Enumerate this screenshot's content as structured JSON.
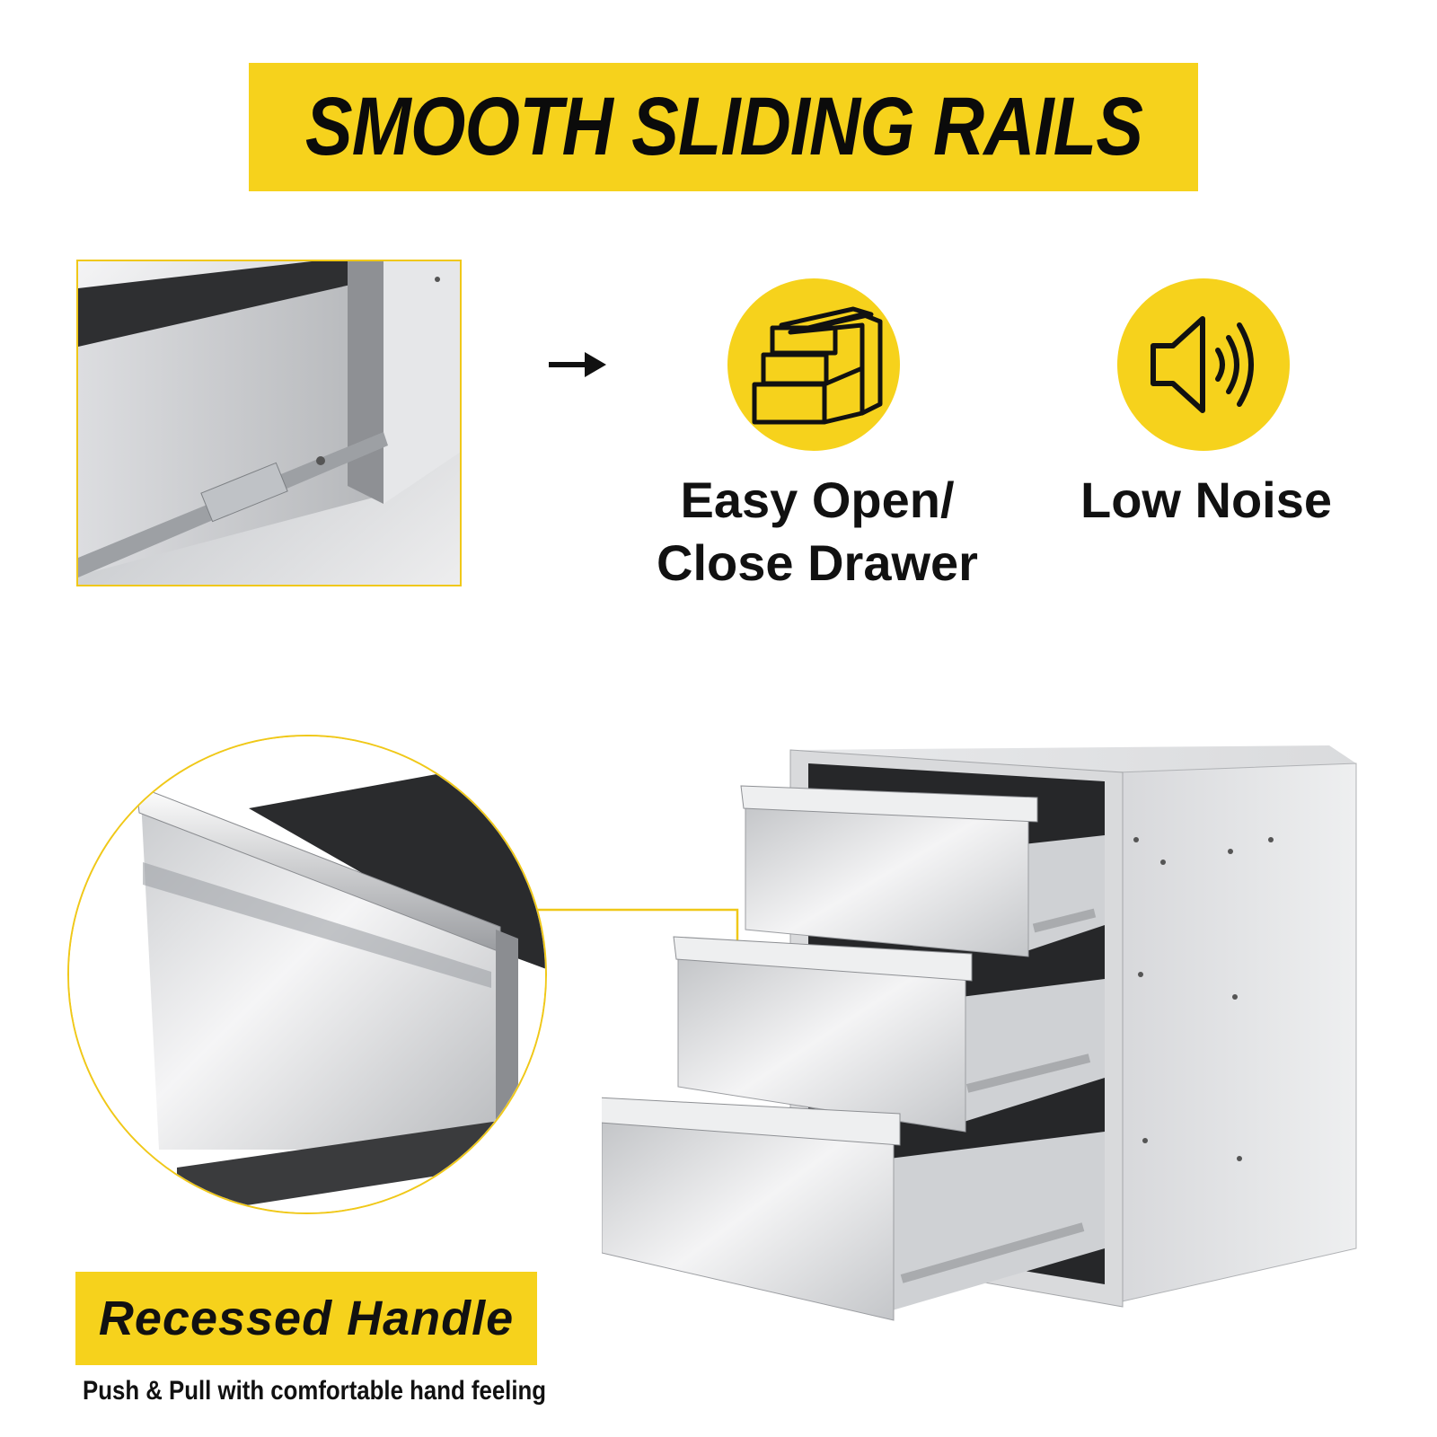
{
  "title": "SMOOTH SLIDING RAILS",
  "features": [
    {
      "icon": "drawer-icon",
      "label_line1": "Easy Open/",
      "label_line2": "Close Drawer"
    },
    {
      "icon": "speaker-icon",
      "label": "Low Noise"
    }
  ],
  "handle": {
    "title": "Recessed Handle",
    "description": "Push & Pull with comfortable hand feeling"
  },
  "colors": {
    "accent": "#f6d21c",
    "text": "#111111",
    "steel": "#c9cbce"
  }
}
